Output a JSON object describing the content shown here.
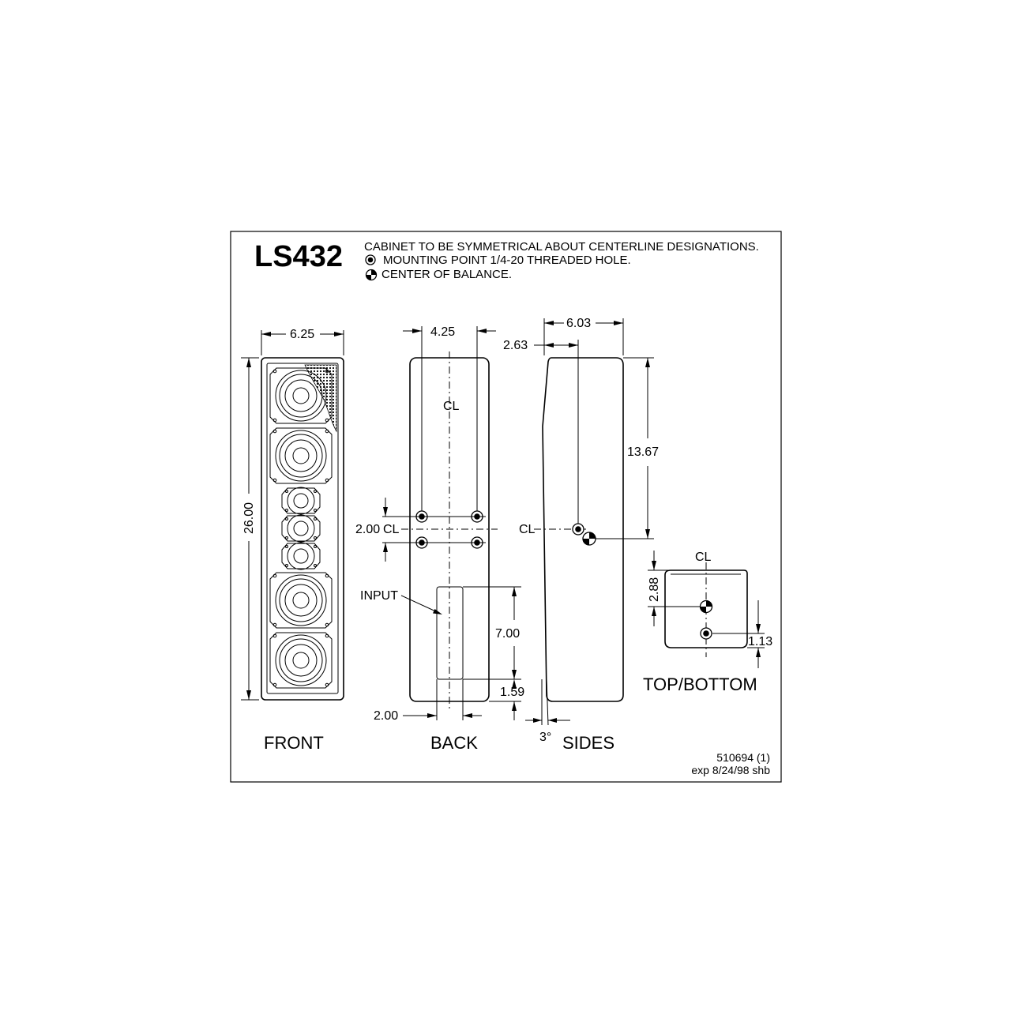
{
  "title": "LS432",
  "notes": {
    "line1": "CABINET TO BE SYMMETRICAL ABOUT CENTERLINE DESIGNATIONS.",
    "line2": "MOUNTING POINT 1/4-20 THREADED HOLE.",
    "line3": "CENTER OF BALANCE.",
    "mounting_icon": "mounting-point-icon",
    "balance_icon": "center-of-balance-icon"
  },
  "views": {
    "front": "FRONT",
    "back": "BACK",
    "sides": "SIDES",
    "top_bottom": "TOP/BOTTOM"
  },
  "dims": {
    "front_width": "6.25",
    "front_height": "26.00",
    "back_spacing": "4.25",
    "back_vertical": "2.00",
    "back_input_height": "7.00",
    "back_input_bottom": "1.59",
    "back_input_offset": "2.00",
    "side_depth": "6.03",
    "side_offset": "2.63",
    "side_height": "13.67",
    "side_angle": "3°",
    "top_depth": "2.88",
    "top_offset": "1.13"
  },
  "labels": {
    "centerline": "CL",
    "input": "INPUT"
  },
  "footer": {
    "drawing_no": "510694 (1)",
    "revision": "exp 8/24/98 shb"
  }
}
